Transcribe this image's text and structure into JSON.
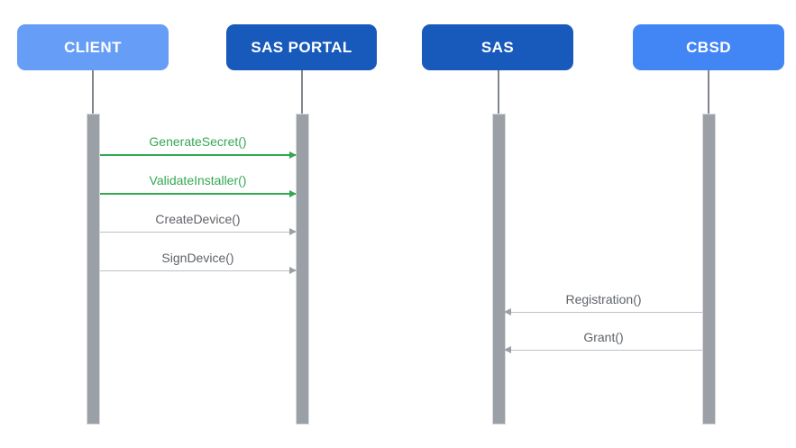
{
  "diagram": {
    "type": "sequence-diagram",
    "actors": [
      {
        "id": "client",
        "label": "CLIENT",
        "box_color": "#669DF6"
      },
      {
        "id": "sas-portal",
        "label": "SAS PORTAL",
        "box_color": "#185ABC"
      },
      {
        "id": "sas",
        "label": "SAS",
        "box_color": "#185ABC"
      },
      {
        "id": "cbsd",
        "label": "CBSD",
        "box_color": "#4285F4"
      }
    ],
    "messages": [
      {
        "label": "GenerateSecret()",
        "from": "CLIENT",
        "to": "SAS PORTAL",
        "color": "#34A853",
        "direction": "right"
      },
      {
        "label": "ValidateInstaller()",
        "from": "CLIENT",
        "to": "SAS PORTAL",
        "color": "#34A853",
        "direction": "right"
      },
      {
        "label": "CreateDevice()",
        "from": "CLIENT",
        "to": "SAS PORTAL",
        "color": "#5F6368",
        "direction": "right"
      },
      {
        "label": "SignDevice()",
        "from": "CLIENT",
        "to": "SAS PORTAL",
        "color": "#5F6368",
        "direction": "right"
      },
      {
        "label": "Registration()",
        "from": "CBSD",
        "to": "SAS",
        "color": "#5F6368",
        "direction": "left"
      },
      {
        "label": "Grant()",
        "from": "CBSD",
        "to": "SAS",
        "color": "#5F6368",
        "direction": "left"
      }
    ],
    "colors": {
      "secure_message_green": "#34A853",
      "normal_message_text": "#5F6368",
      "arrow_line_gray": "#BDC1C6",
      "activation_bar_gray": "#9AA0A6",
      "lifeline_gray": "#80868B",
      "background": "#ffffff"
    }
  }
}
